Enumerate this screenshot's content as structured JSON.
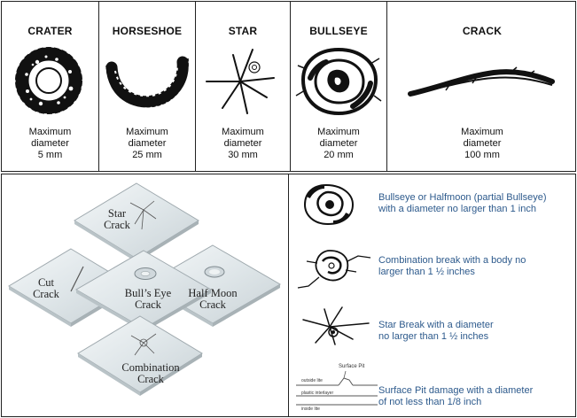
{
  "damage_types": [
    {
      "title": "CRATER",
      "desc": [
        "Maximum",
        "diameter",
        "5 mm"
      ],
      "icon": "crater-icon"
    },
    {
      "title": "HORSESHOE",
      "desc": [
        "Maximum",
        "diameter",
        "25 mm"
      ],
      "icon": "horseshoe-icon"
    },
    {
      "title": "STAR",
      "desc": [
        "Maximum",
        "diameter",
        "30 mm"
      ],
      "icon": "star-icon"
    },
    {
      "title": "BULLSEYE",
      "desc": [
        "Maximum",
        "diameter",
        "20 mm"
      ],
      "icon": "bullseye-icon"
    },
    {
      "title": "CRACK",
      "desc": [
        "Maximum",
        "diameter",
        "100 mm"
      ],
      "icon": "crack-icon"
    }
  ],
  "tiles": {
    "star": [
      "Star",
      "Crack"
    ],
    "cut": [
      "Cut",
      "Crack"
    ],
    "bulls_eye": [
      "Bull’s Eye",
      "Crack"
    ],
    "half_moon": [
      "Half Moon",
      "Crack"
    ],
    "combination": [
      "Combination",
      "Crack"
    ]
  },
  "repair_limits": [
    {
      "icon": "bullseye-sketch-icon",
      "lines": [
        "Bullseye or Halfmoon (partial Bullseye)",
        "with a diameter no larger than 1 inch"
      ]
    },
    {
      "icon": "combination-break-sketch-icon",
      "lines": [
        "Combination break with a body no",
        "larger than 1 ½ inches"
      ]
    },
    {
      "icon": "star-break-sketch-icon",
      "lines": [
        "Star Break with a diameter",
        "no larger than 1 ½ inches"
      ]
    },
    {
      "icon": "surface-pit-diagram-icon",
      "lines": [
        "Surface Pit damage with a diameter",
        "of not less than 1/8 inch"
      ]
    }
  ],
  "pit_diagram": {
    "surface_pit": "Surface Pit",
    "outside_lite": "outside lite",
    "plastic_interlayer": "plastic interlayer",
    "inside_lite": "inside lite"
  }
}
